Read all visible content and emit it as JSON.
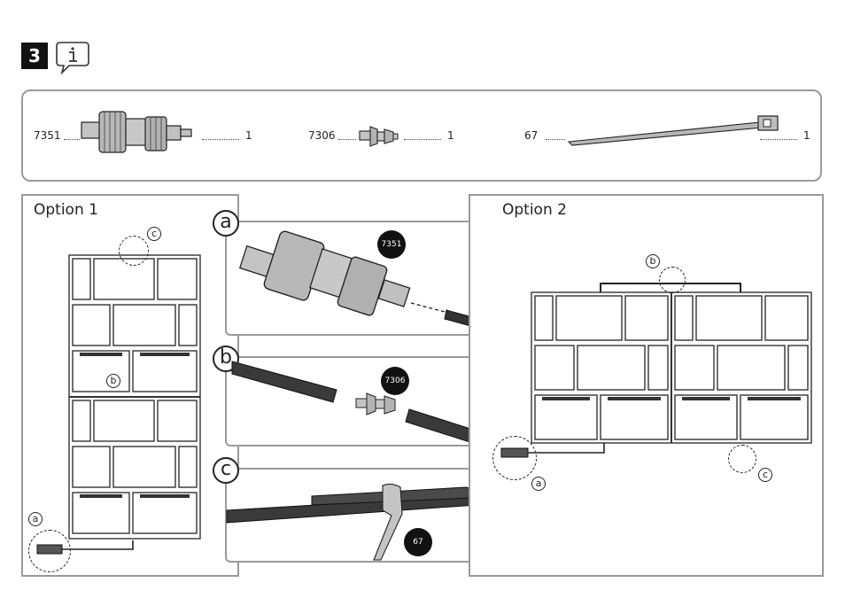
{
  "step": {
    "number": "3"
  },
  "parts": [
    {
      "code": "7351",
      "qty": "1"
    },
    {
      "code": "7306",
      "qty": "1"
    },
    {
      "code": "67",
      "qty": "1"
    }
  ],
  "options": [
    {
      "title": "Option 1"
    },
    {
      "title": "Option 2"
    }
  ],
  "details": [
    {
      "letter": "a",
      "badge": "7351"
    },
    {
      "letter": "b",
      "badge": "7306"
    },
    {
      "letter": "c",
      "badge": "67"
    }
  ],
  "callouts": {
    "a": "a",
    "b": "b",
    "c": "c"
  },
  "colors": {
    "frame": "#9a9a9a",
    "ink": "#111111",
    "part_grey": "#b5b5b5",
    "hose": "#333333"
  },
  "icons": [
    "info-speech-icon",
    "connector-7351-icon",
    "connector-7306-icon",
    "cable-tie-67-icon"
  ]
}
